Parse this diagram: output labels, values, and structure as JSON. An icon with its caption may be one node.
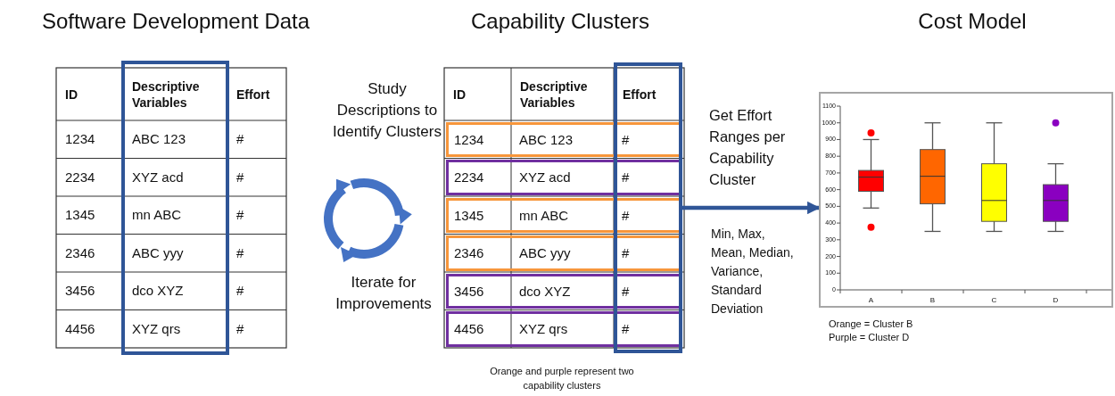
{
  "diagram": {
    "nodes": [
      {
        "text": [
          "1234",
          "ABC 123",
          "#"
        ]
      },
      {
        "text": [
          "2234",
          "XYZ acd",
          "#"
        ]
      },
      {
        "text": [
          "1345",
          "mn ABC",
          "#"
        ]
      },
      {
        "text": [
          "2346",
          "ABC yyy",
          "#"
        ]
      },
      {
        "text": [
          "3456",
          "dco XYZ",
          "#"
        ]
      },
      {
        "text": [
          "4456",
          "XYZ qrs",
          "#"
        ]
      },
      {
        "text": [],
        "shape": "box"
      },
      {
        "text": [],
        "shape": "picture"
      }
    ],
    "edges": [
      {
        "from": 6,
        "to": 7,
        "arrow": "to",
        "label": "Get Effort Ranges per Capability Cluster"
      }
    ],
    "labels": [
      "Software Development Data",
      "Capability Clusters",
      "Cost Model",
      "ID",
      "Descriptive Variables",
      "Effort",
      "1234",
      "ABC 123",
      "#",
      "2234",
      "XYZ acd",
      "#",
      "1345",
      "mn ABC",
      "#",
      "2346",
      "ABC yyy",
      "#",
      "3456",
      "dco XYZ",
      "#",
      "4456",
      "XYZ qrs",
      "#",
      "ID",
      "Descriptive Variables",
      "Effort",
      "Study Descriptions to Identify Clusters",
      "Iterate for Improvements",
      "Min, Max, Mean, Median, Variance, Standard Deviation",
      "Orange and purple represent two capability clusters",
      "1100",
      "1000",
      "900",
      "800",
      "700",
      "600",
      "500",
      "400",
      "300",
      "200",
      "100",
      "0",
      "A",
      "B",
      "C",
      "D",
      "Orange = Cluster B",
      "Purple = Cluster D"
    ]
  }
}
